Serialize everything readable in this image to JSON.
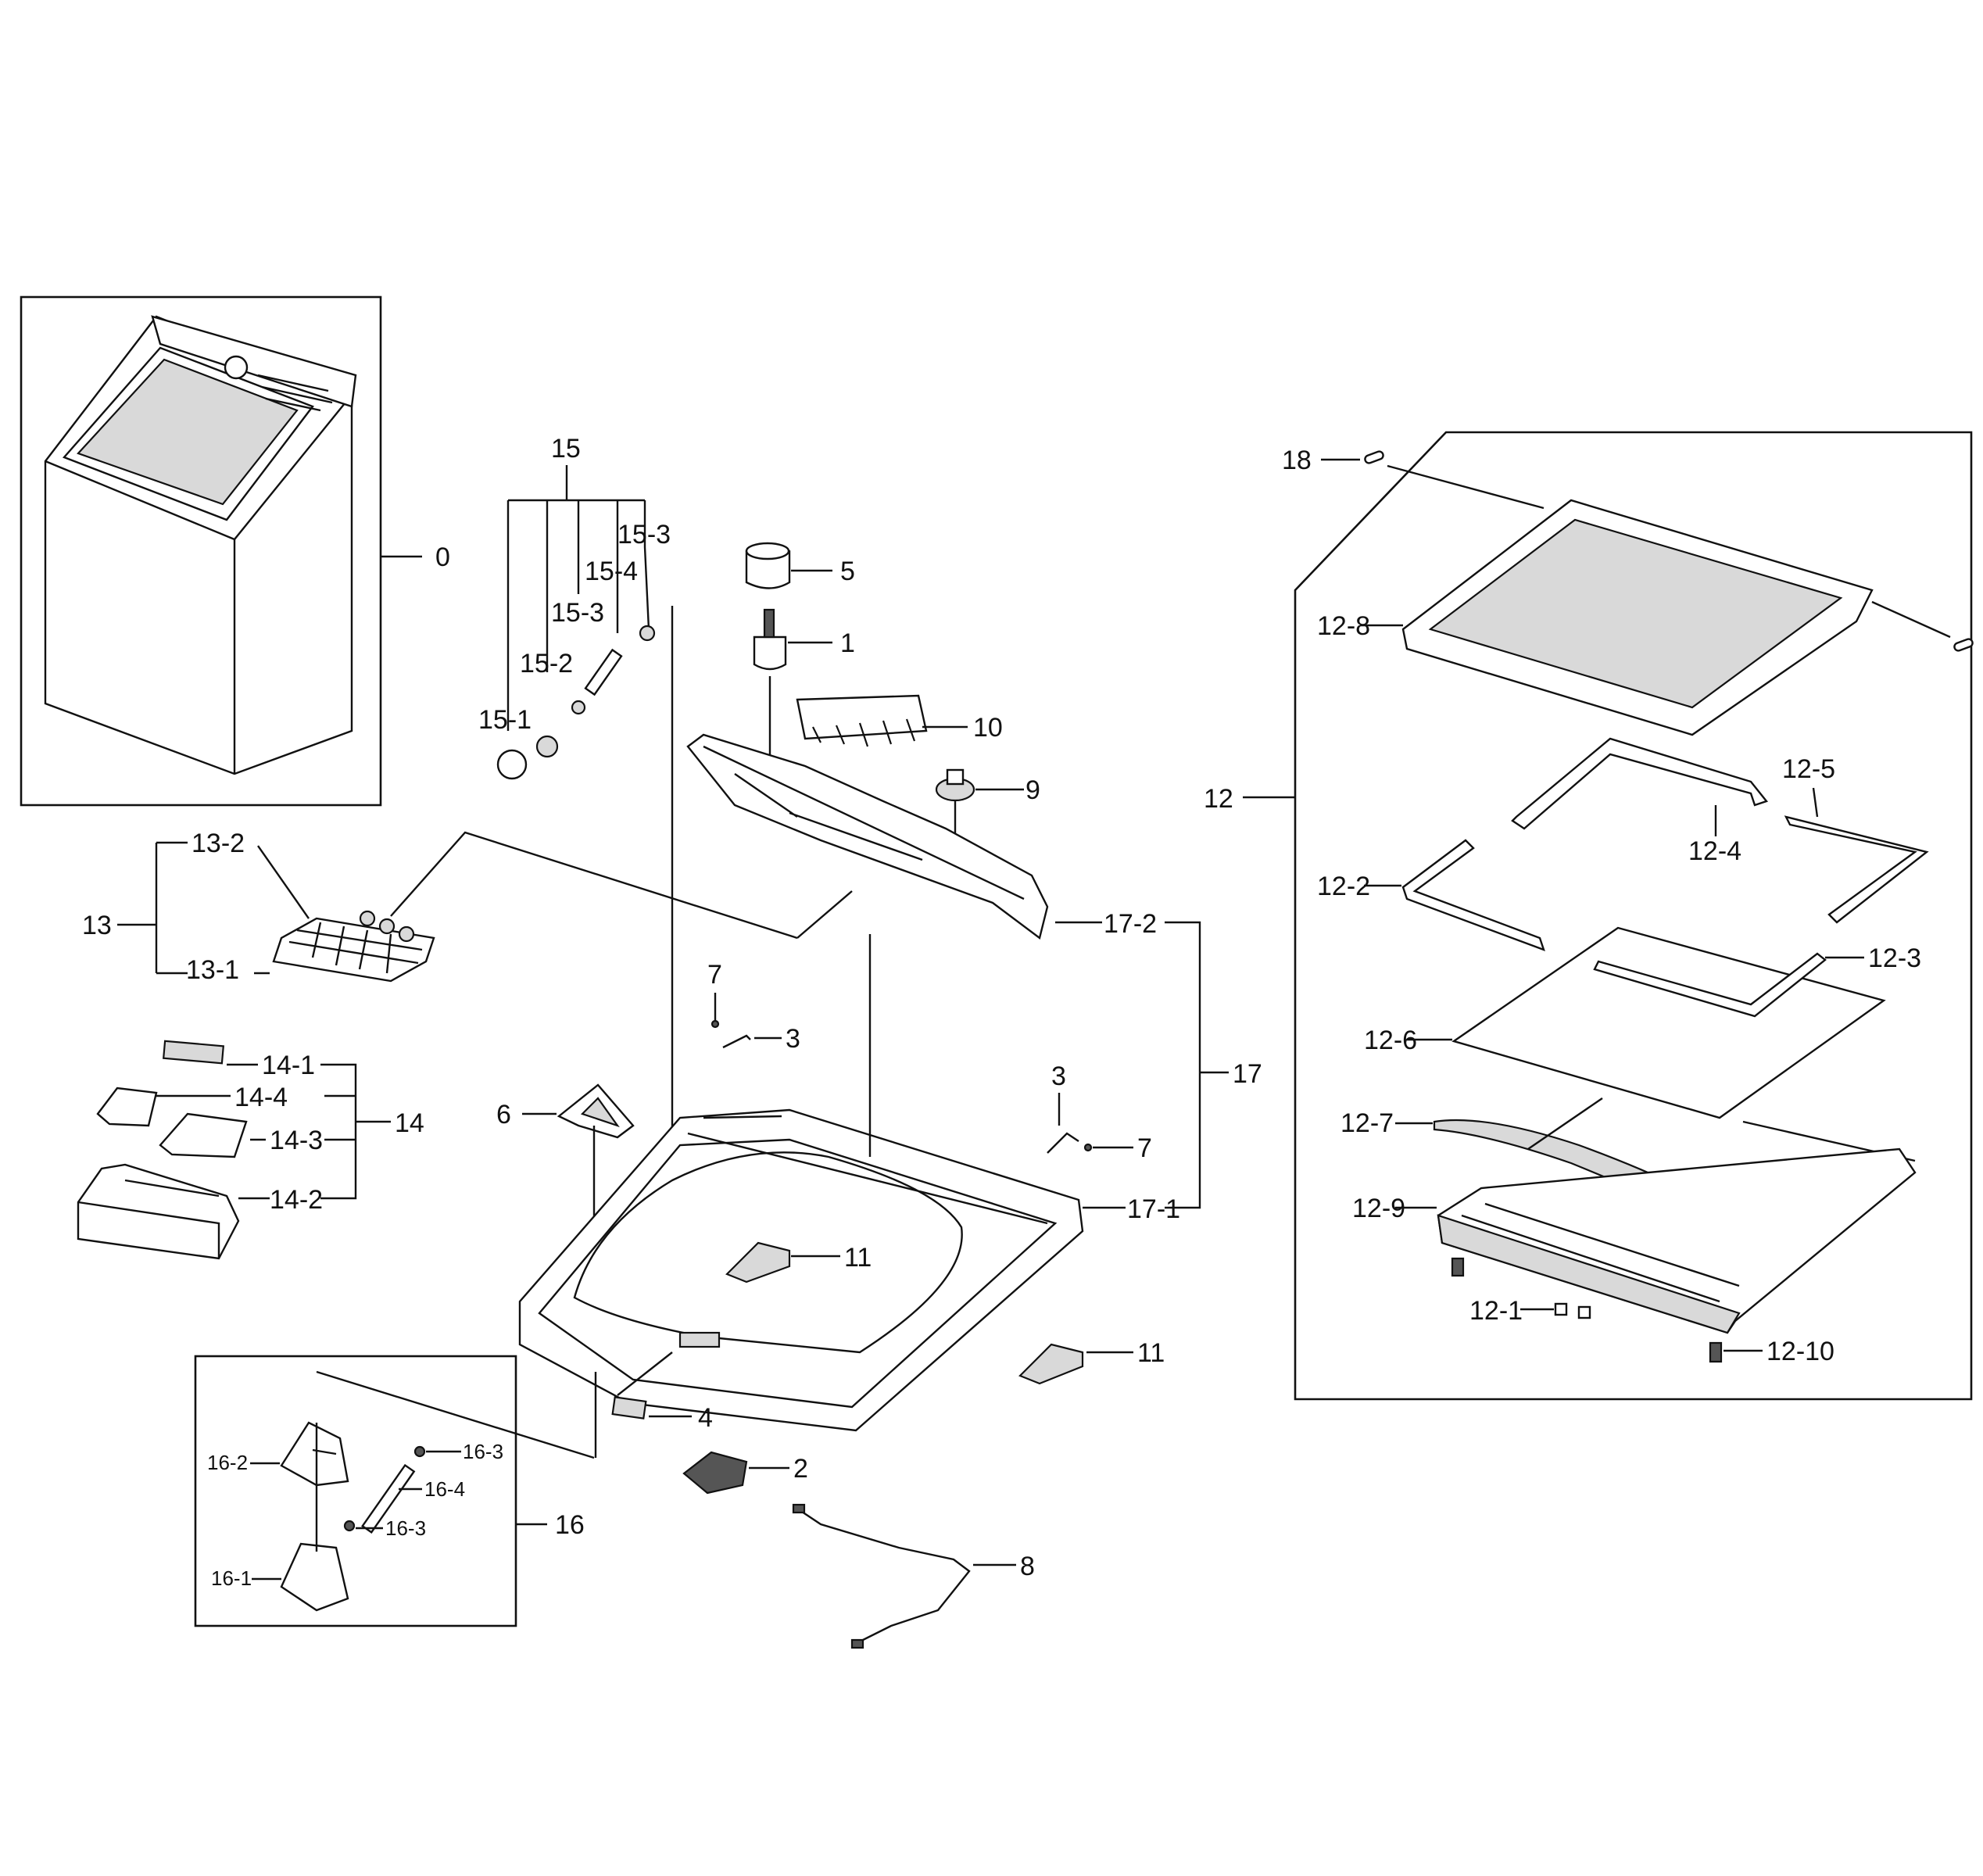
{
  "labels": {
    "l0": "0",
    "l1": "1",
    "l2": "2",
    "l3a": "3",
    "l3b": "3",
    "l4": "4",
    "l5": "5",
    "l6": "6",
    "l7a": "7",
    "l7b": "7",
    "l8": "8",
    "l9": "9",
    "l10": "10",
    "l11a": "11",
    "l11b": "11",
    "l12": "12",
    "l12_1": "12-1",
    "l12_2": "12-2",
    "l12_3": "12-3",
    "l12_4": "12-4",
    "l12_5": "12-5",
    "l12_6": "12-6",
    "l12_7": "12-7",
    "l12_8": "12-8",
    "l12_9": "12-9",
    "l12_10": "12-10",
    "l13": "13",
    "l13_1": "13-1",
    "l13_2": "13-2",
    "l14": "14",
    "l14_1": "14-1",
    "l14_2": "14-2",
    "l14_3": "14-3",
    "l14_4": "14-4",
    "l15": "15",
    "l15_1": "15-1",
    "l15_2": "15-2",
    "l15_3a": "15-3",
    "l15_3b": "15-3",
    "l15_4": "15-4",
    "l16": "16",
    "l16_1": "16-1",
    "l16_2": "16-2",
    "l16_3a": "16-3",
    "l16_3b": "16-3",
    "l16_4": "16-4",
    "l17": "17",
    "l17_1": "17-1",
    "l17_2": "17-2",
    "l18": "18"
  }
}
